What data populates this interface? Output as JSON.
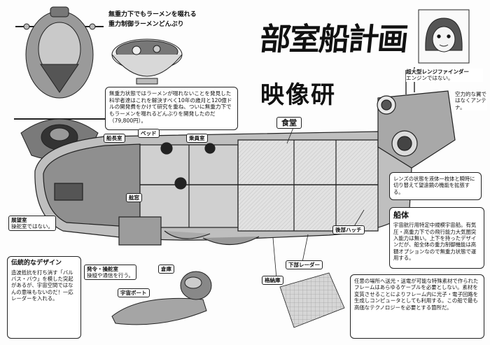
{
  "title": {
    "line1": "部室船計画",
    "line2": "映像研"
  },
  "ramen": {
    "heading1": "無重力下でもラーメンを啜れる",
    "heading2": "重力制御ラーメンどんぶり",
    "body": "無重力状態ではラーメンが啜れないことを発見した科学者達はこれを解決すべく10年の歳月と120億ドルの開発費をかけて研究を重ね、ついに無重力下でもラーメンを啜れるどんぶりを開発したのだ（79,800円）。"
  },
  "rangefinder": {
    "title": "超大型レンジファインダー",
    "note": "エンジンではない。"
  },
  "antenna_note": "空力的な翼ではなくアンテナ。",
  "lens_note": "レンズの状態を液体一枚体と瞬時に切り替えて望遠鏡の機能を拡張する。",
  "labels": {
    "captain_room": "船長室",
    "bed": "ベッド",
    "crew_room": "乗員室",
    "cafeteria": "食堂",
    "bow": "舷窓",
    "observation": "展望室",
    "observation_note": "操舵室ではない。",
    "rear_hatch": "後部ハッチ",
    "launch_room": "発令・操舵室",
    "launch_note": "操縦や通信を行う。",
    "warehouse": "倉庫",
    "lower_radar": "下部レーダー",
    "hangar": "格納庫",
    "space_boat": "宇宙ボート"
  },
  "hull": {
    "title": "船体",
    "body": "宇宙航行用特定中規模宇宙船。有気圧・高重力下での飛行能力大気圏突入能力は無い。上下を持ったデザインだが、船全体の重力制御機能は高額オプションなので無重力状態で運用する。"
  },
  "design": {
    "title": "伝統的なデザイン",
    "body": "造波抵抗を打ち消す「バルバス・バウ」を模した突起があるが、宇宙空間ではなんの意味もないのだ！一応レーダーを入れる。"
  },
  "frame": {
    "body": "任意の場所へ送光・送電が可能な特殊素材で作られたフレームはあらゆるケーブルを必要としない。素材を変質させることによりフレーム内に光子・電子回路を生成しコンピュータとしても利用する。この船で最も高価なテクノロジーを必要とする箇所だ。"
  }
}
